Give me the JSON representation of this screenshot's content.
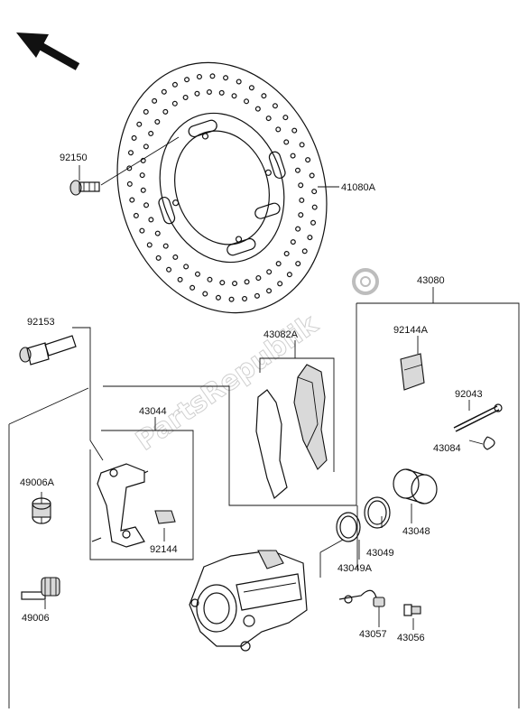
{
  "labels": {
    "p92150": "92150",
    "p41080A": "41080A",
    "p43080": "43080",
    "p92153": "92153",
    "p43082A": "43082A",
    "p92144A": "92144A",
    "p43044": "43044",
    "p92043": "92043",
    "p43084": "43084",
    "p49006A": "49006A",
    "p43048": "43048",
    "p43049": "43049",
    "p92144": "92144",
    "p43049A": "43049A",
    "p49006": "49006",
    "p43057": "43057",
    "p43056": "43056"
  },
  "watermark": "PartsRepublik"
}
